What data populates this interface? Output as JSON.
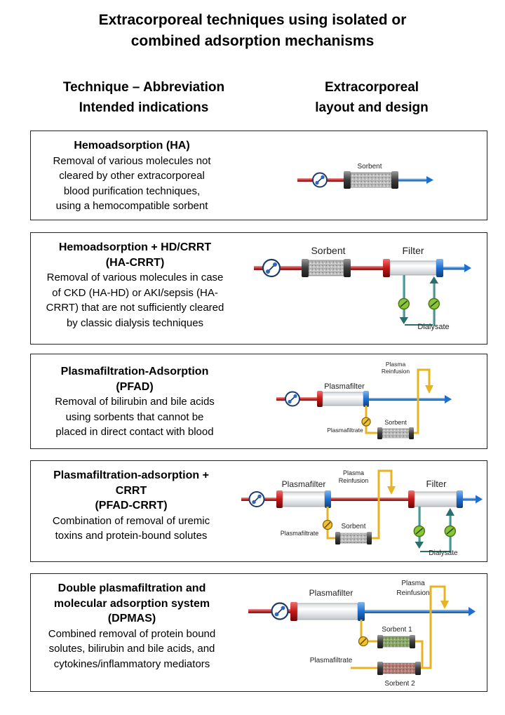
{
  "title": {
    "line1": "Extracorporeal techniques using isolated or",
    "line2": "combined adsorption mechanisms"
  },
  "headers": {
    "left_line1": "Technique – Abbreviation",
    "left_line2": "Intended indications",
    "right_line1": "Extracorporeal",
    "right_line2": "layout and design"
  },
  "panels": [
    {
      "title_lines": [
        "Hemoadsorption  (HA)"
      ],
      "desc_lines": [
        "Removal of various molecules not",
        "cleared by other extracorporeal",
        "blood purification techniques,",
        "using a hemocompatible sorbent"
      ],
      "labels": {
        "sorbent": "Sorbent"
      }
    },
    {
      "title_lines": [
        "Hemoadsorption  + HD/CRRT",
        "(HA-CRRT)"
      ],
      "desc_lines": [
        "Removal of various molecules in case",
        "of CKD (HA-HD) or AKI/sepsis (HA-",
        "CRRT) that are not sufficiently cleared",
        "by classic dialysis techniques"
      ],
      "labels": {
        "sorbent": "Sorbent",
        "filter": "Filter",
        "dialysate": "Dialysate"
      }
    },
    {
      "title_lines": [
        "Plasmafiltration-Adsorption",
        "(PFAD)"
      ],
      "desc_lines": [
        "Removal of bilirubin and bile acids",
        "using sorbents that cannot be",
        "placed in direct contact with blood"
      ],
      "labels": {
        "plasma_line1": "Plasma",
        "plasma_line2": "Reinfusion",
        "plasmafilter": "Plasmafilter",
        "plasmafiltrate": "Plasmafiltrate",
        "sorbent": "Sorbent"
      }
    },
    {
      "title_lines": [
        "Plasmafiltration-adsorption  +",
        "CRRT",
        "(PFAD-CRRT)"
      ],
      "desc_lines": [
        "Combination of removal of uremic",
        "toxins and protein-bound solutes"
      ],
      "labels": {
        "plasma_line1": "Plasma",
        "plasma_line2": "Reinfusion",
        "plasmafilter": "Plasmafilter",
        "filter": "Filter",
        "plasmafiltrate": "Plasmafiltrate",
        "sorbent": "Sorbent",
        "dialysate": "Dialysate"
      }
    },
    {
      "title_lines": [
        "Double plasmafiltration  and",
        "molecular adsorption  system",
        "(DPMAS)"
      ],
      "desc_lines": [
        "Combined removal of protein bound",
        "solutes, bilirubin and bile acids, and",
        "cytokines/inflammatory mediators"
      ],
      "labels": {
        "plasma_line1": "Plasma",
        "plasma_line2": "Reinfusion",
        "plasmafilter": "Plasmafilter",
        "sorbent1": "Sorbent 1",
        "plasmafiltrate": "Plasmafiltrate",
        "sorbent2": "Sorbent 2"
      }
    }
  ]
}
